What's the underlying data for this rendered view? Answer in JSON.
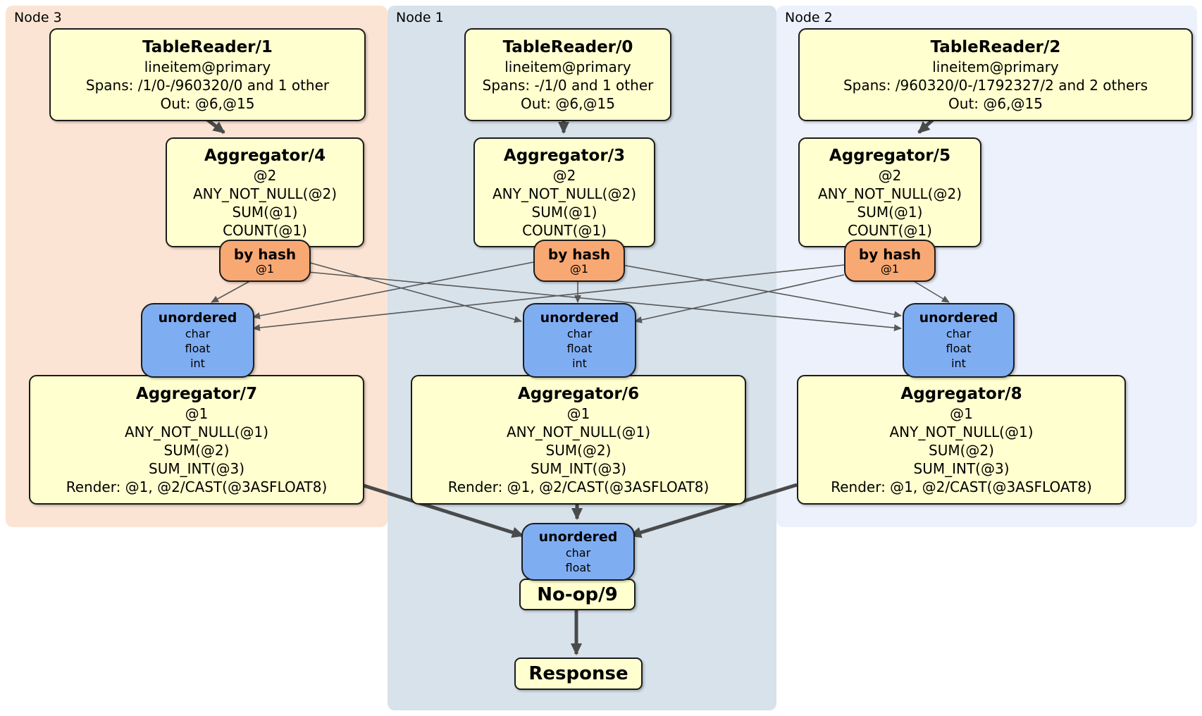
{
  "panels": {
    "node3": {
      "label": "Node 3"
    },
    "node1": {
      "label": "Node 1"
    },
    "node2": {
      "label": "Node 2"
    }
  },
  "boxes": {
    "tr1": {
      "title": "TableReader/1",
      "lines": [
        "lineitem@primary",
        "Spans: /1/0-/960320/0 and 1 other",
        "Out: @6,@15"
      ]
    },
    "tr0": {
      "title": "TableReader/0",
      "lines": [
        "lineitem@primary",
        "Spans: -/1/0 and 1 other",
        "Out: @6,@15"
      ]
    },
    "tr2": {
      "title": "TableReader/2",
      "lines": [
        "lineitem@primary",
        "Spans: /960320/0-/1792327/2 and 2 others",
        "Out: @6,@15"
      ]
    },
    "agg4": {
      "title": "Aggregator/4",
      "lines": [
        "@2",
        "ANY_NOT_NULL(@2)",
        "SUM(@1)",
        "COUNT(@1)"
      ]
    },
    "agg3": {
      "title": "Aggregator/3",
      "lines": [
        "@2",
        "ANY_NOT_NULL(@2)",
        "SUM(@1)",
        "COUNT(@1)"
      ]
    },
    "agg5": {
      "title": "Aggregator/5",
      "lines": [
        "@2",
        "ANY_NOT_NULL(@2)",
        "SUM(@1)",
        "COUNT(@1)"
      ]
    },
    "agg7": {
      "title": "Aggregator/7",
      "lines": [
        "@1",
        "ANY_NOT_NULL(@1)",
        "SUM(@2)",
        "SUM_INT(@3)",
        "Render: @1, @2/CAST(@3ASFLOAT8)"
      ]
    },
    "agg6": {
      "title": "Aggregator/6",
      "lines": [
        "@1",
        "ANY_NOT_NULL(@1)",
        "SUM(@2)",
        "SUM_INT(@3)",
        "Render: @1, @2/CAST(@3ASFLOAT8)"
      ]
    },
    "agg8": {
      "title": "Aggregator/8",
      "lines": [
        "@1",
        "ANY_NOT_NULL(@1)",
        "SUM(@2)",
        "SUM_INT(@3)",
        "Render: @1, @2/CAST(@3ASFLOAT8)"
      ]
    }
  },
  "routers": {
    "r3": {
      "title": "by hash",
      "sub": "@1"
    },
    "r1": {
      "title": "by hash",
      "sub": "@1"
    },
    "r2": {
      "title": "by hash",
      "sub": "@1"
    }
  },
  "syncs": {
    "s3": {
      "title": "unordered",
      "items": [
        "char",
        "float",
        "int"
      ]
    },
    "s1": {
      "title": "unordered",
      "items": [
        "char",
        "float",
        "int"
      ]
    },
    "s2": {
      "title": "unordered",
      "items": [
        "char",
        "float",
        "int"
      ]
    },
    "sf": {
      "title": "unordered",
      "items": [
        "char",
        "float"
      ]
    }
  },
  "noop": {
    "title": "No-op/9"
  },
  "response": {
    "title": "Response"
  },
  "colors": {
    "node3_bg": "#fce4d4",
    "node1_bg": "#d7e2eb",
    "node2_bg": "#edf1fb",
    "processor_fill": "#ffffcf",
    "router_fill": "#f8a873",
    "sync_fill": "#7fadf2",
    "edge_thin": "#585858",
    "edge_thick": "#4a4a4a"
  }
}
